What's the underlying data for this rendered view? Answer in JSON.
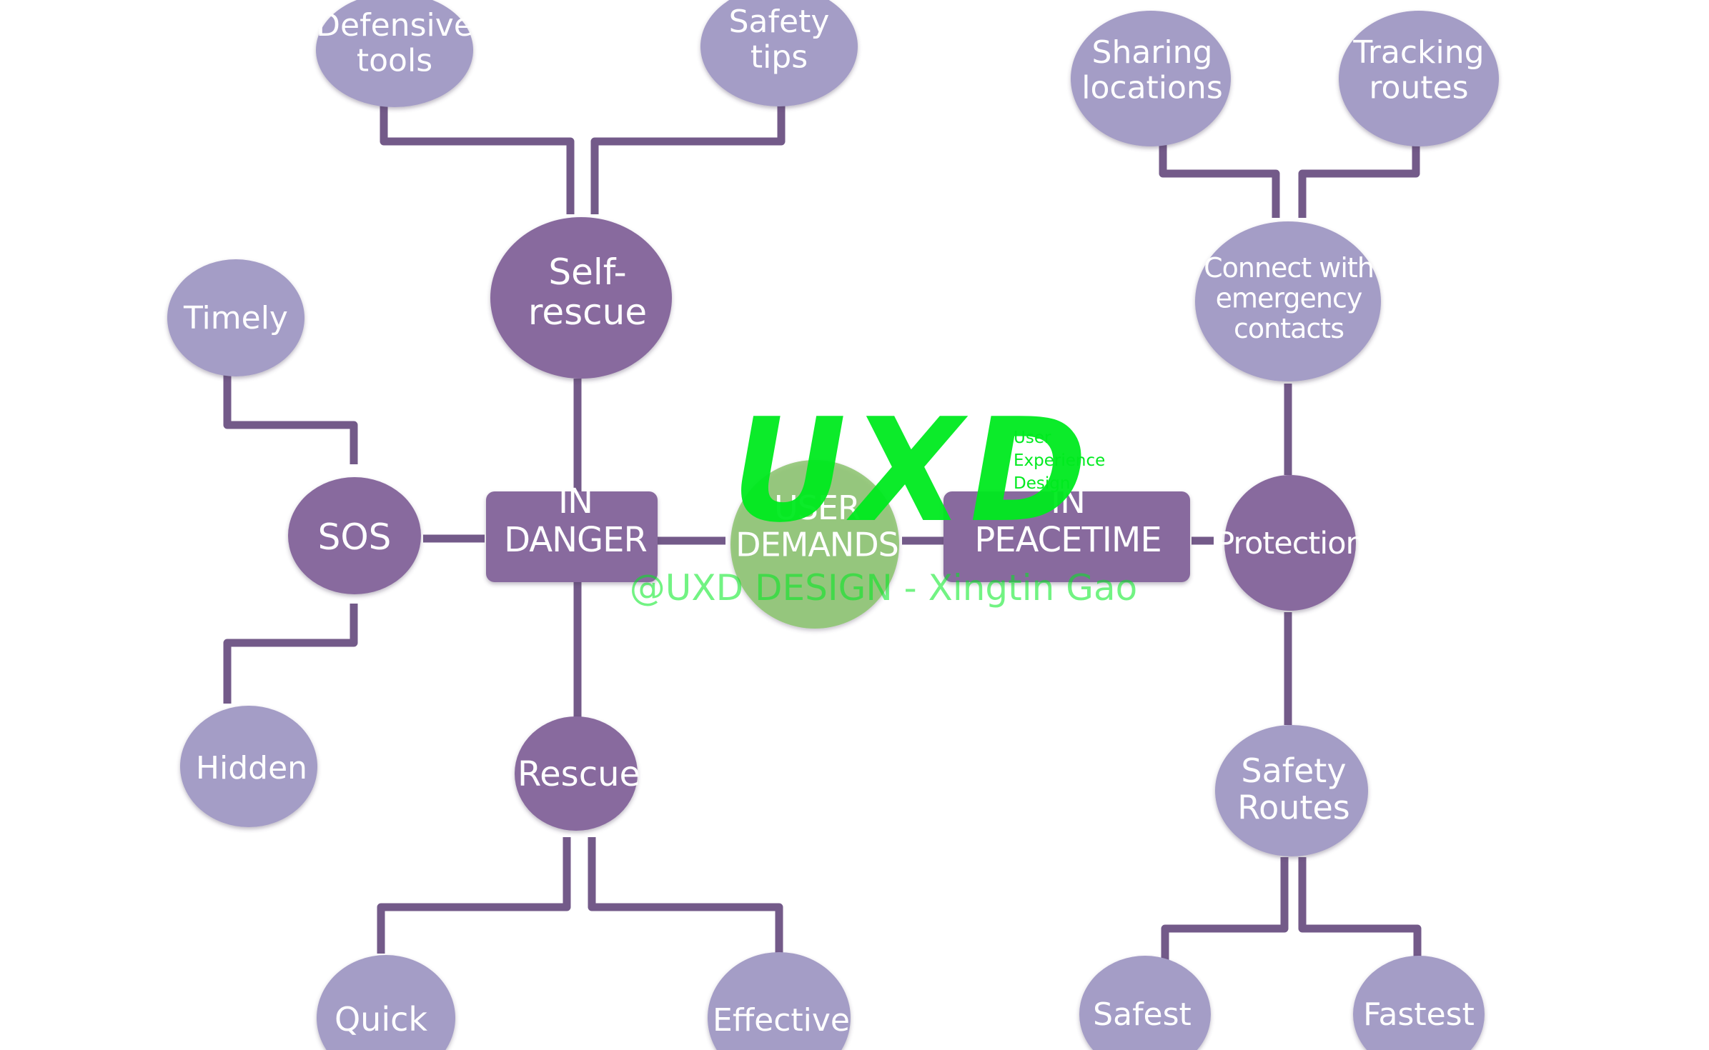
{
  "center": {
    "lines": [
      "USER",
      "DEMANDS"
    ]
  },
  "in_danger": {
    "lines": [
      "IN",
      "DANGER"
    ]
  },
  "in_peacetime": {
    "lines": [
      "IN",
      "PEACETIME"
    ]
  },
  "self_rescue": {
    "lines": [
      "Self-",
      "rescue"
    ]
  },
  "rescue": {
    "lines": [
      "Rescue"
    ]
  },
  "sos": {
    "lines": [
      "SOS"
    ]
  },
  "defensive_tools": {
    "lines": [
      "Defensive",
      "tools"
    ]
  },
  "safety_tips": {
    "lines": [
      "Safety",
      "tips"
    ]
  },
  "timely": {
    "lines": [
      "Timely"
    ]
  },
  "hidden": {
    "lines": [
      "Hidden"
    ]
  },
  "quick": {
    "lines": [
      "Quick"
    ]
  },
  "effective": {
    "lines": [
      "Effective"
    ]
  },
  "connect_emergency": {
    "lines": [
      "Connect with",
      "emergency",
      "contacts"
    ]
  },
  "protection": {
    "lines": [
      "Protection"
    ]
  },
  "safety_routes": {
    "lines": [
      "Safety",
      "Routes"
    ]
  },
  "sharing_locations": {
    "lines": [
      "Sharing",
      "locations"
    ]
  },
  "tracking_routes": {
    "lines": [
      "Tracking",
      "routes"
    ]
  },
  "safest": {
    "lines": [
      "Safest"
    ]
  },
  "fastest": {
    "lines": [
      "Fastest"
    ]
  },
  "watermark": {
    "logo": "UXD",
    "logo_sub": [
      "User",
      "Experience",
      "Design"
    ],
    "credit": "@UXD DESIGN - Xingtin Gao"
  },
  "colors": {
    "dark_purple": "#886a9e",
    "light_purple": "#a49dc6",
    "line": "#735a89",
    "center_green": "#8cc36f",
    "watermark_green": "#00ea1f"
  }
}
